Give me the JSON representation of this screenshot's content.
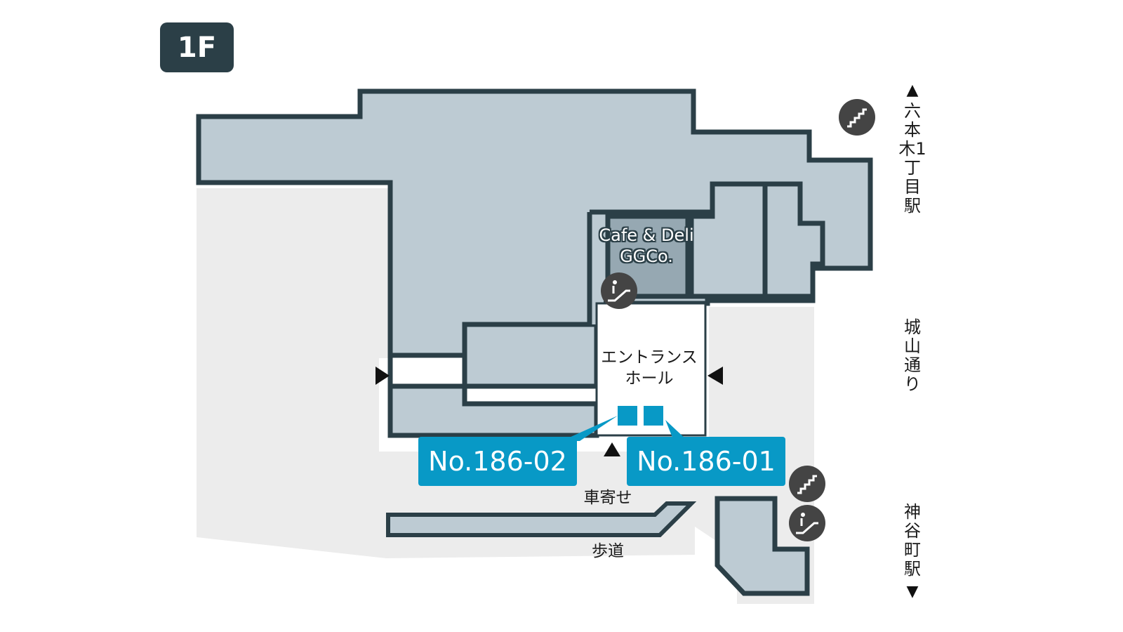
{
  "floor": "1F",
  "places": {
    "cafe_line1": "Cafe & Deli",
    "cafe_line2": "GGCo.",
    "entrance_line1": "エントランス",
    "entrance_line2": "ホール",
    "dropoff": "車寄せ",
    "walkway": "歩道"
  },
  "spaces": {
    "space_02": "No.186-02",
    "space_01": "No.186-01"
  },
  "directions": {
    "top": "六本木1丁目駅",
    "middle": "城山通り",
    "bottom": "神谷町駅"
  },
  "icons": {
    "stairs": "stairs-icon",
    "escalator": "escalator-icon",
    "arrow_up": "▲",
    "arrow_down": "▼"
  },
  "colors": {
    "building_fill": "#bdcbd3",
    "building_stroke": "#2b3f47",
    "cafe_fill": "#96a8b2",
    "ground": "#ececec",
    "accent": "#0899c6"
  }
}
